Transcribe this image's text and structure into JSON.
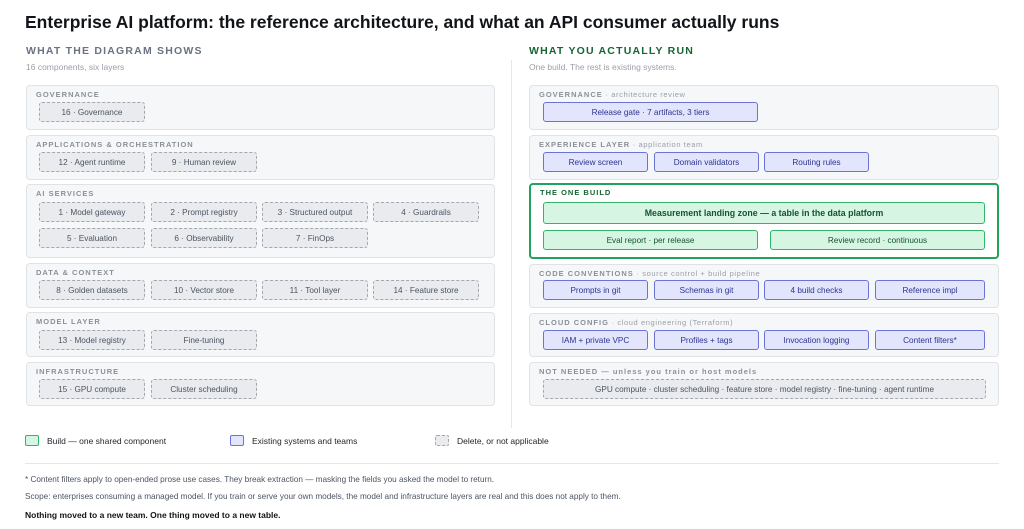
{
  "title": "Enterprise AI platform: the reference architecture, and what an API consumer actually runs",
  "left": {
    "heading": "WHAT THE DIAGRAM SHOWS",
    "subheading": "16 components, six layers",
    "layers": {
      "governance": {
        "label": "GOVERNANCE",
        "items": [
          "16 · Governance"
        ]
      },
      "apps": {
        "label": "APPLICATIONS & ORCHESTRATION",
        "items": [
          "12 · Agent runtime",
          "9 · Human review"
        ]
      },
      "ai": {
        "label": "AI SERVICES",
        "items": [
          "1 · Model gateway",
          "2 · Prompt registry",
          "3 · Structured output",
          "4 · Guardrails",
          "5 · Evaluation",
          "6 · Observability",
          "7 · FinOps"
        ]
      },
      "data": {
        "label": "DATA & CONTEXT",
        "items": [
          "8 · Golden datasets",
          "10 · Vector store",
          "11 · Tool layer",
          "14 · Feature store"
        ]
      },
      "model": {
        "label": "MODEL LAYER",
        "items": [
          "13 · Model registry",
          "Fine-tuning"
        ]
      },
      "infra": {
        "label": "INFRASTRUCTURE",
        "items": [
          "15 · GPU compute",
          "Cluster scheduling"
        ]
      }
    }
  },
  "right": {
    "heading": "WHAT YOU ACTUALLY RUN",
    "subheading": "One build. The rest is existing systems.",
    "layers": {
      "governance": {
        "label": "GOVERNANCE",
        "sub": " · architecture review",
        "items": [
          "Release gate · 7 artifacts, 3 tiers"
        ]
      },
      "experience": {
        "label": "EXPERIENCE LAYER",
        "sub": " · application team",
        "items": [
          "Review screen",
          "Domain validators",
          "Routing rules"
        ]
      },
      "build": {
        "label": "THE ONE BUILD",
        "items": [
          "Measurement landing zone — a table in the data platform",
          "Eval report · per release",
          "Review record · continuous"
        ]
      },
      "code": {
        "label": "CODE CONVENTIONS",
        "sub": " · source control + build pipeline",
        "items": [
          "Prompts in git",
          "Schemas in git",
          "4 build checks",
          "Reference impl"
        ]
      },
      "cloud": {
        "label": "CLOUD CONFIG",
        "sub": " · cloud engineering (Terraform)",
        "items": [
          "IAM + private VPC",
          "Profiles + tags",
          "Invocation logging",
          "Content filters*"
        ]
      },
      "notneeded": {
        "label": "NOT NEEDED — unless you train or host models",
        "items": [
          "GPU compute · cluster scheduling · feature store · model registry · fine-tuning · agent runtime"
        ]
      }
    }
  },
  "legend": {
    "build": "Build — one shared component",
    "existing": "Existing systems and teams",
    "delete": "Delete, or not applicable"
  },
  "notes": {
    "footnote": "* Content filters apply to open-ended prose use cases. They break extraction — masking the fields you asked the model to return.",
    "scope": "Scope: enterprises consuming a managed model. If you train or serve your own models, the model and infrastructure layers are real and this does not apply to them.",
    "closing": "Nothing moved to a new team. One thing moved to a new table."
  }
}
